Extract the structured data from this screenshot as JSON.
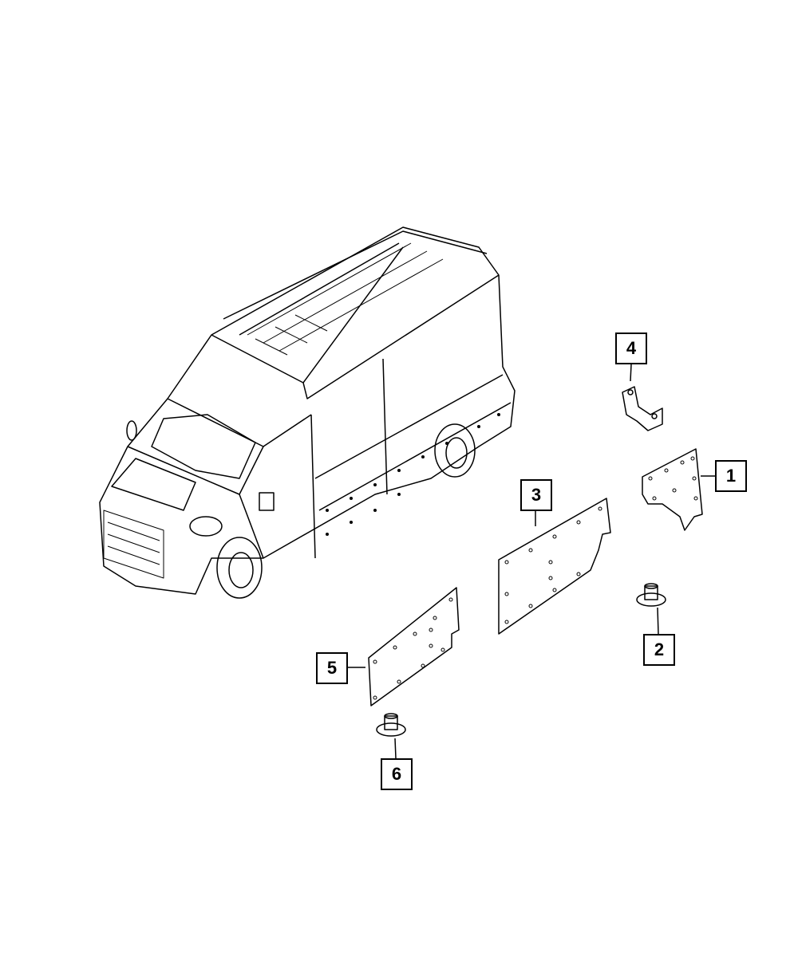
{
  "diagram": {
    "callouts": [
      {
        "number": "1",
        "part": "panel-1"
      },
      {
        "number": "2",
        "part": "fastener-2"
      },
      {
        "number": "3",
        "part": "panel-3"
      },
      {
        "number": "4",
        "part": "bracket-4"
      },
      {
        "number": "5",
        "part": "panel-5"
      },
      {
        "number": "6",
        "part": "fastener-6"
      }
    ],
    "line_color": "#000000",
    "background": "#ffffff"
  }
}
